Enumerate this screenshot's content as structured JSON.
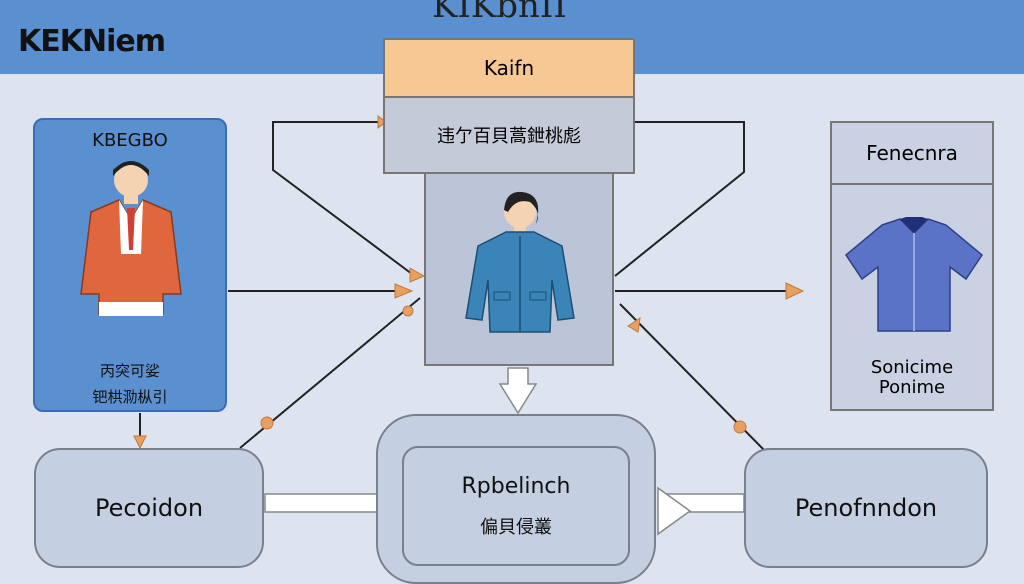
{
  "header": {
    "app_title": "KEKNiem",
    "top_title": "KIKbnII"
  },
  "center": {
    "header_label": "Kaifn",
    "sub_label": "违亇百貝蒿鉪桃彪"
  },
  "left_card": {
    "title": "KBEGBO",
    "line1": "丙突可娑",
    "line2": "钯栱泐枞引"
  },
  "right_card": {
    "title": "Fenecnra",
    "line1": "Sonicime",
    "line2": "Ponime"
  },
  "bottom": {
    "left_label": "Pecoidon",
    "center_title": "Rpbelinch",
    "center_sub": "偏貝侵叢",
    "right_label": "Penofnndon"
  },
  "colors": {
    "header_bar": "#5a8fd0",
    "left_card": "#5a8fd0",
    "center_header": "#f6c893",
    "arrow": "#e8a060",
    "line": "#222222"
  }
}
